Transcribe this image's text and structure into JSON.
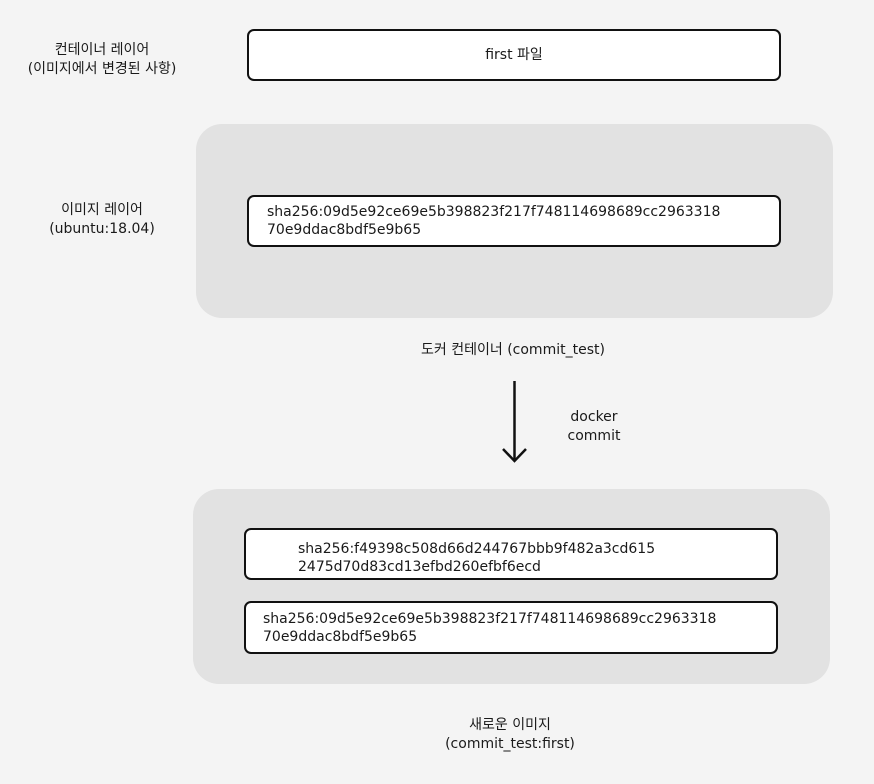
{
  "container_layer": {
    "label_line1": "컨테이너 레이어",
    "label_line2": "(이미지에서 변경된 사항)",
    "box_text": "first 파일"
  },
  "image_layer": {
    "label_line1": "이미지 레이어",
    "label_line2": "(ubuntu:18.04)",
    "hash_line1": "sha256:09d5e92ce69e5b398823f217f748114698689cc2963318",
    "hash_line2": "70e9ddac8bdf5e9b65"
  },
  "container_caption": "도커 컨테이너 (commit_test)",
  "commit": {
    "line1": "docker",
    "line2": "commit"
  },
  "new_image": {
    "layer_top_line1": "sha256:f49398c508d66d244767bbb9f482a3cd615",
    "layer_top_line2": "2475d70d83cd13efbd260efbf6ecd",
    "layer_base_line1": "sha256:09d5e92ce69e5b398823f217f748114698689cc2963318",
    "layer_base_line2": "70e9ddac8bdf5e9b65",
    "caption_line1": "새로운 이미지",
    "caption_line2": "(commit_test:first)"
  }
}
